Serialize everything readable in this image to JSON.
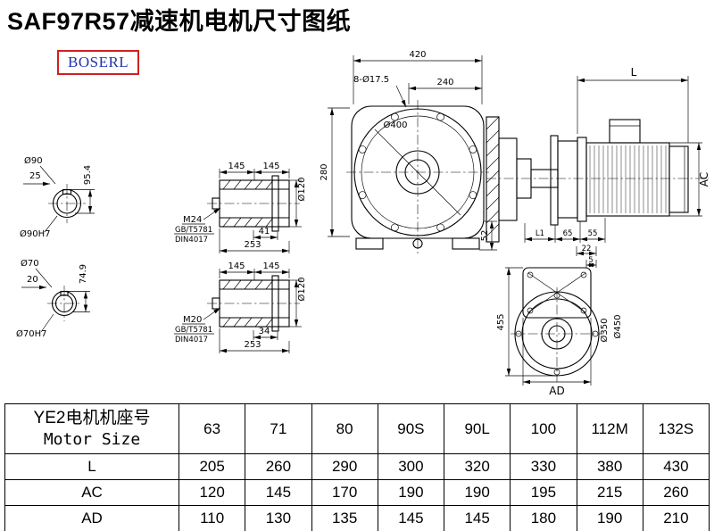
{
  "page": {
    "title": "SAF97R57减速机电机尺寸图纸",
    "logo_text": "BOSERL",
    "logo_border_color": "#cc2222",
    "logo_text_color": "#2233aa"
  },
  "front_view": {
    "dim_width": "420",
    "dim_flange": "240",
    "dim_bolt_holes": "8-Ø17.5",
    "dim_flange_diameter": "Ø400",
    "dim_height": "280",
    "dim_foot": "52"
  },
  "side_view": {
    "dim_motor_length": "L",
    "dim_motor_height": "AC",
    "dim_l1": "L1",
    "dim_65": "65",
    "dim_55": "55",
    "dim_22": "22",
    "dim_5": "5"
  },
  "flange_view": {
    "dim_height": "455",
    "dim_inner_diameter": "Ø350",
    "dim_outer_diameter": "Ø450",
    "dim_ad": "AD"
  },
  "shaft_upper": {
    "dim_diameter": "Ø90",
    "dim_key_width": "25",
    "dim_key_height": "95.4",
    "dim_bore": "Ø90H7"
  },
  "shaft_lower": {
    "dim_diameter": "Ø70",
    "dim_key_width": "20",
    "dim_key_height": "74.9",
    "dim_bore": "Ø70H7"
  },
  "detail_upper": {
    "dim_len1": "145",
    "dim_len2": "145",
    "dim_diameter": "Ø120",
    "thread": "M24",
    "standard1": "GB/T5781",
    "standard2": "DIN4017",
    "dim_end": "41",
    "dim_total": "253"
  },
  "detail_lower": {
    "dim_len1": "145",
    "dim_len2": "145",
    "dim_diameter": "Ø120",
    "thread": "M20",
    "standard1": "GB/T5781",
    "standard2": "DIN4017",
    "dim_end": "34",
    "dim_total": "253"
  },
  "table": {
    "header_cn": "YE2电机机座号",
    "header_en": "Motor Size",
    "sizes": [
      "63",
      "71",
      "80",
      "90S",
      "90L",
      "100",
      "112M",
      "132S"
    ],
    "rows": [
      {
        "label": "L",
        "values": [
          "205",
          "260",
          "290",
          "300",
          "320",
          "330",
          "380",
          "430"
        ]
      },
      {
        "label": "AC",
        "values": [
          "120",
          "145",
          "170",
          "190",
          "190",
          "195",
          "215",
          "260"
        ]
      },
      {
        "label": "AD",
        "values": [
          "110",
          "130",
          "135",
          "145",
          "145",
          "180",
          "190",
          "210"
        ]
      }
    ]
  }
}
